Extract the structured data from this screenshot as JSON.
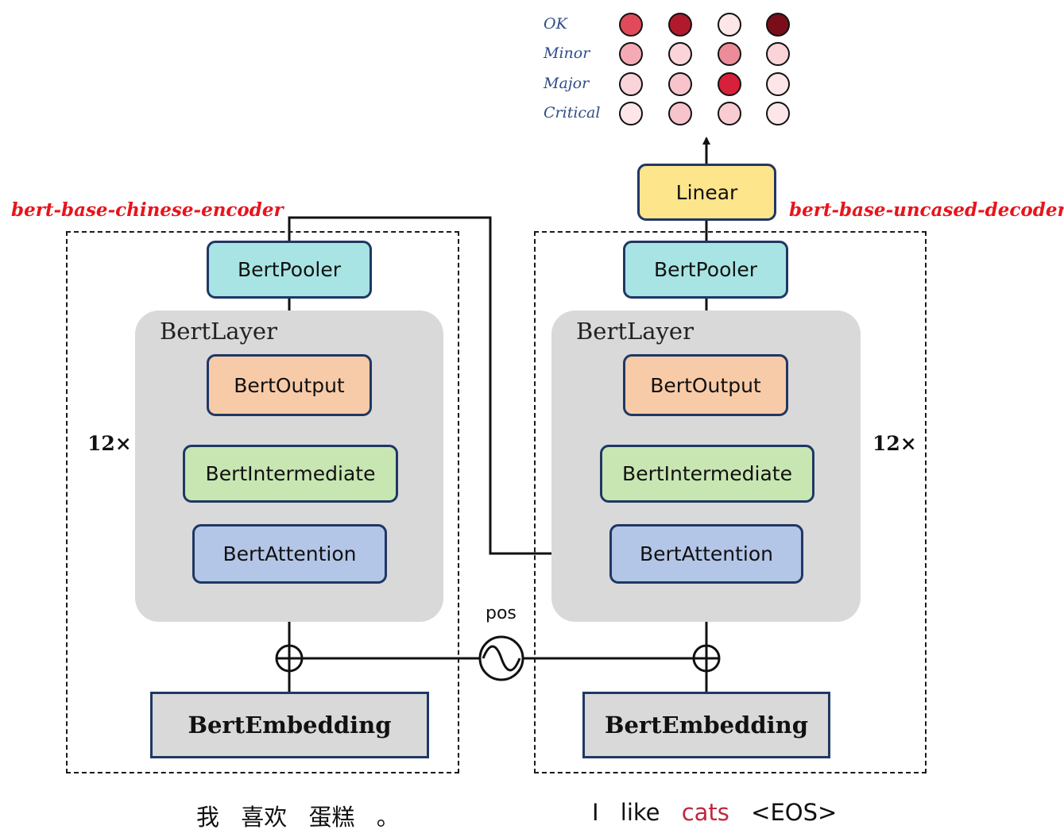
{
  "encoder": {
    "title": "bert-base-chinese-encoder",
    "layer_label": "BertLayer",
    "repeat": "12×",
    "pooler": "BertPooler",
    "output": "BertOutput",
    "intermediate": "BertIntermediate",
    "attention": "BertAttention",
    "embedding": "BertEmbedding"
  },
  "decoder": {
    "title": "bert-base-uncased-decoder",
    "layer_label": "BertLayer",
    "repeat": "12×",
    "pooler": "BertPooler",
    "output": "BertOutput",
    "intermediate": "BertIntermediate",
    "attention": "BertAttention",
    "embedding": "BertEmbedding"
  },
  "linear": "Linear",
  "pos": "pos",
  "classes": [
    "OK",
    "Minor",
    "Major",
    "Critical"
  ],
  "class_matrix_colors": [
    [
      "#e04a5a",
      "#b01a2c",
      "#fde6e8",
      "#7a0d1a"
    ],
    [
      "#f4aab4",
      "#fbd4da",
      "#ec8c98",
      "#fbd4da"
    ],
    [
      "#fbd4da",
      "#f7c4cc",
      "#d8203a",
      "#fde6e8"
    ],
    [
      "#fde6e8",
      "#f7c4cc",
      "#f9ccd2",
      "#fde6e8"
    ]
  ],
  "source_tokens": [
    "我",
    "喜欢",
    "蛋糕",
    "。"
  ],
  "target_tokens": [
    "I",
    "like",
    "cats",
    "<EOS>"
  ],
  "colors": {
    "title_red": "#e8141c",
    "highlight_token": "#c0283c",
    "class_label": "#2e4d8a"
  }
}
